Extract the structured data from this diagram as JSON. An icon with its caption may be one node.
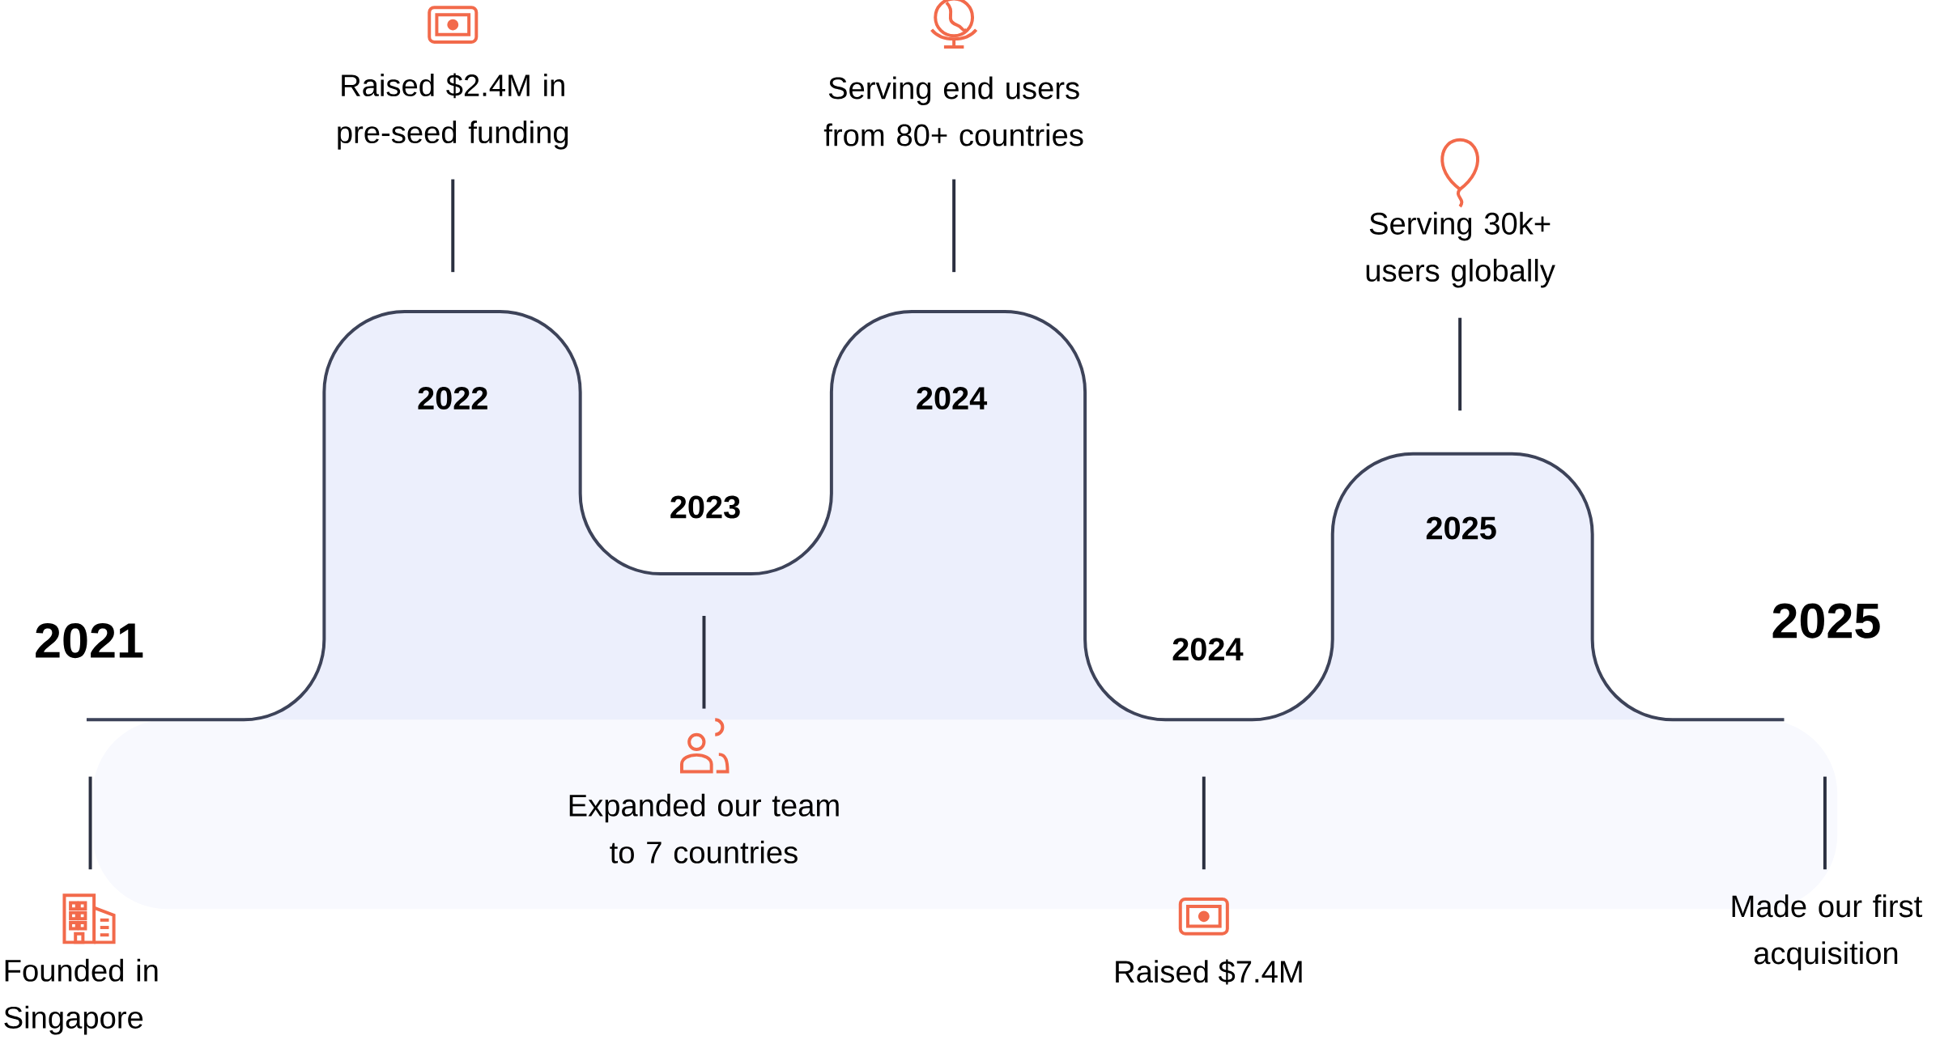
{
  "diagram": {
    "nodes": [
      {
        "text": [
          "Raised $2.4M in pre-seed funding"
        ]
      },
      {
        "text": [
          "Serving end users from 80+ countries"
        ]
      },
      {
        "text": [
          "Serving 30k+ users globally"
        ]
      },
      {
        "text": [
          "Expanded our team to 7 countries"
        ]
      },
      {
        "text": [
          "Founded in Singapore"
        ]
      },
      {
        "text": [
          "Raised $7.4M"
        ]
      },
      {
        "text": [
          "Made our first acquisition"
        ]
      }
    ],
    "edges": [
      {
        "from": 0,
        "to": null,
        "arrow": "none"
      },
      {
        "from": 1,
        "to": null,
        "arrow": "none"
      },
      {
        "from": 2,
        "to": null,
        "arrow": "none"
      },
      {
        "from": 3,
        "to": null,
        "arrow": "none"
      },
      {
        "from": 4,
        "to": null,
        "arrow": "none"
      },
      {
        "from": 5,
        "to": null,
        "arrow": "none"
      },
      {
        "from": 6,
        "to": null,
        "arrow": "none"
      }
    ],
    "labels": [
      "2021",
      "2022",
      "2023",
      "2024",
      "2024",
      "2025",
      "2025"
    ]
  }
}
